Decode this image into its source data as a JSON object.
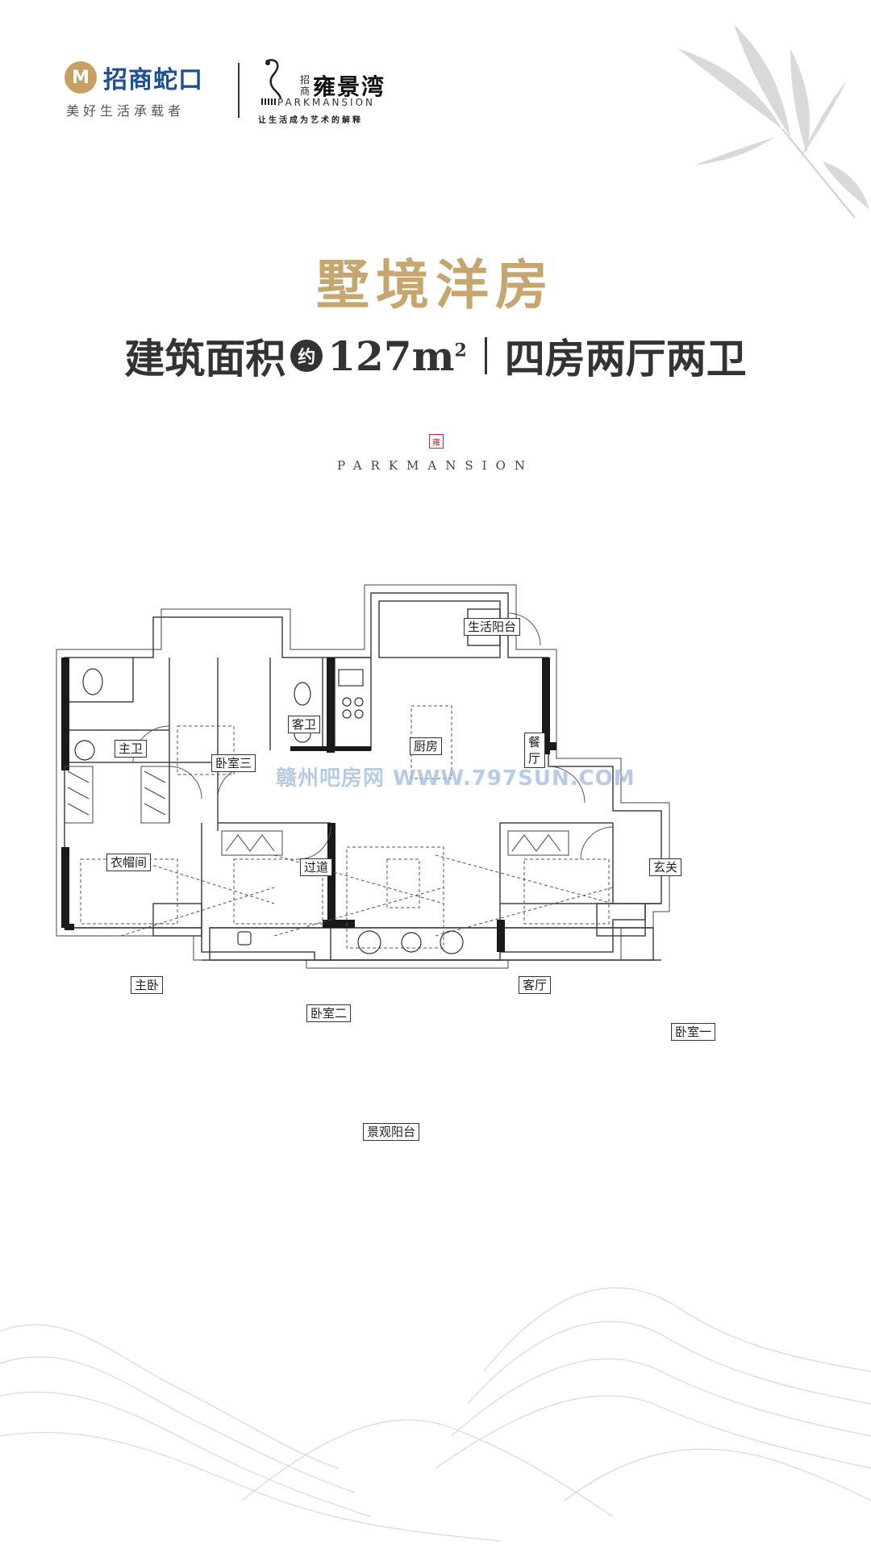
{
  "header": {
    "brand1_mark": "M",
    "brand1_name": "招商蛇口",
    "brand1_slogan": "美好生活承载者",
    "brand2_prefix": "招商",
    "brand2_name": "雍景湾",
    "brand2_en": "PARKMANSION",
    "brand2_tagline": "让生活成为艺术的解释"
  },
  "title": "墅境洋房",
  "spec": {
    "area_label": "建筑面积",
    "approx": "约",
    "area_value": "127m",
    "area_sup": "2",
    "layout": "四房两厅两卫"
  },
  "seal": "雍",
  "english_name": "PARKMANSION",
  "rooms": {
    "service_balcony": "生活阳台",
    "master_bath": "主卫",
    "bedroom3": "卧室三",
    "guest_bath": "客卫",
    "kitchen": "厨房",
    "dining": "餐厅",
    "closet": "衣帽间",
    "corridor": "过道",
    "foyer": "玄关",
    "master_bedroom": "主卧",
    "bedroom2": "卧室二",
    "living": "客厅",
    "bedroom1": "卧室一",
    "view_balcony": "景观阳台"
  },
  "watermark": "赣州吧房网 WWW.797SUN.COM",
  "colors": {
    "gold": "#c6a56e",
    "brand_blue": "#1e4f96",
    "wall": "#222222"
  }
}
